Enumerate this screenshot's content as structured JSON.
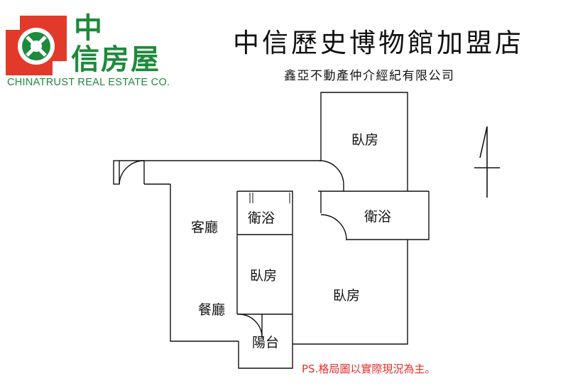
{
  "logo": {
    "brand_line1": "中",
    "brand_line2": "信房屋",
    "brand_en": "CHINATRUST REAL ESTATE CO.",
    "red": "#e23a2a",
    "green": "#1e8a3c"
  },
  "header": {
    "store_name": "中信歷史博物館加盟店",
    "company_name": "鑫亞不動產仲介經紀有限公司"
  },
  "floorplan": {
    "rooms": {
      "bedroom_top": "臥房",
      "bath_right": "衛浴",
      "bath_left": "衛浴",
      "living": "客廳",
      "bedroom_mid": "臥房",
      "bedroom_large": "臥房",
      "dining": "餐廳",
      "balcony": "陽台"
    },
    "north_arrow_icon": "north-arrow-icon"
  },
  "footnote": "PS.格局圖以實際現況為主。"
}
